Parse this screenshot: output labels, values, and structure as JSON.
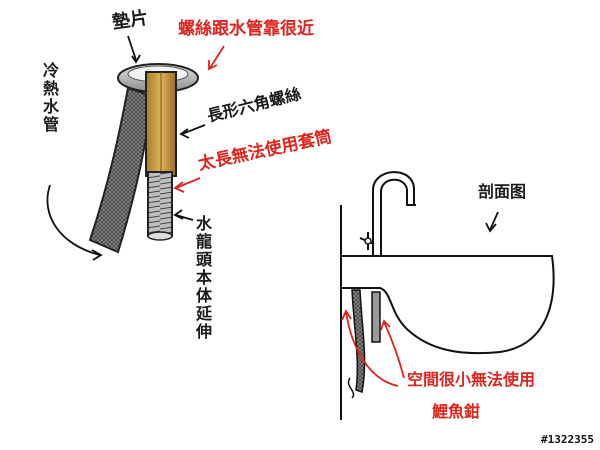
{
  "labels": {
    "gasket": "墊片",
    "screw_close": "螺絲跟水管靠很近",
    "hex_screw": "長形六角螺絲",
    "too_long": "太長無法使用套筒",
    "hose": "冷熱水管",
    "faucet_ext": "水龍頭本体延伸",
    "section_view": "剖面图",
    "space_small_line1": "空間很小無法使用",
    "space_small_line2": "鯉魚鉗"
  },
  "watermark": "#1322355",
  "colors": {
    "ink": "#1a1a1a",
    "annotation_red": "#e0231c",
    "brass": "#c89a3c",
    "hose": "#777777"
  }
}
